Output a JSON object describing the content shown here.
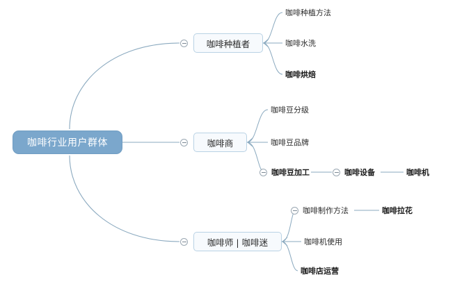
{
  "diagram": {
    "type": "mindmap",
    "title": "咖啡行业用户群体",
    "background": "#ffffff",
    "colors": {
      "root_fill": "#7ba7cc",
      "root_border": "#6f9cc2",
      "root_text": "#ffffff",
      "branch_fill": "#f7fafd",
      "branch_border": "#b9d2e4",
      "branch_text": "#2b2b2b",
      "edge": "#8aa9bf",
      "leaf_text": "#2b2b2b",
      "toggle_stroke": "#9aa7b2"
    },
    "root": {
      "label": "咖啡行业用户群体"
    },
    "branches": [
      {
        "label": "咖啡种植者",
        "toggle": "collapse-toggle",
        "children": [
          {
            "label": "咖啡种植方法",
            "bold": false
          },
          {
            "label": "咖啡水洗",
            "bold": false
          },
          {
            "label": "咖啡烘焙",
            "bold": true
          }
        ]
      },
      {
        "label": "咖啡商",
        "toggle": "collapse-toggle",
        "children": [
          {
            "label": "咖啡豆分级",
            "bold": false
          },
          {
            "label": "咖啡豆品牌",
            "bold": false
          },
          {
            "label": "咖啡豆加工",
            "bold": true,
            "toggle": "collapse-toggle",
            "children": [
              {
                "label": "咖啡设备",
                "bold": true,
                "toggle": "collapse-toggle",
                "children": [
                  {
                    "label": "咖啡机",
                    "bold": true
                  }
                ]
              }
            ]
          }
        ]
      },
      {
        "label": "咖啡师 | 咖啡迷",
        "toggle": "collapse-toggle",
        "children": [
          {
            "label": "咖啡制作方法",
            "bold": false,
            "toggle": "collapse-toggle",
            "children": [
              {
                "label": "咖啡拉花",
                "bold": true
              }
            ]
          },
          {
            "label": "咖啡机使用",
            "bold": false
          },
          {
            "label": "咖啡店运营",
            "bold": true
          }
        ]
      }
    ]
  }
}
